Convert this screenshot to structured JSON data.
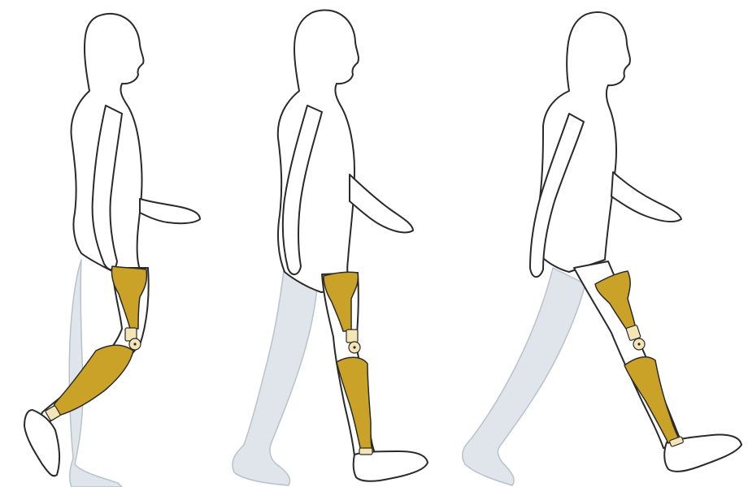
{
  "figures": [
    {
      "name": "walking-figure-1",
      "phase": 1
    },
    {
      "name": "walking-figure-2",
      "phase": 2
    },
    {
      "name": "walking-figure-3",
      "phase": 3
    }
  ],
  "colors": {
    "brace": "#c9a227",
    "brace_pad": "#f3e5b6",
    "back_leg": "#dfe5ea",
    "outline": "#2a2a2a",
    "background": "#ffffff"
  }
}
